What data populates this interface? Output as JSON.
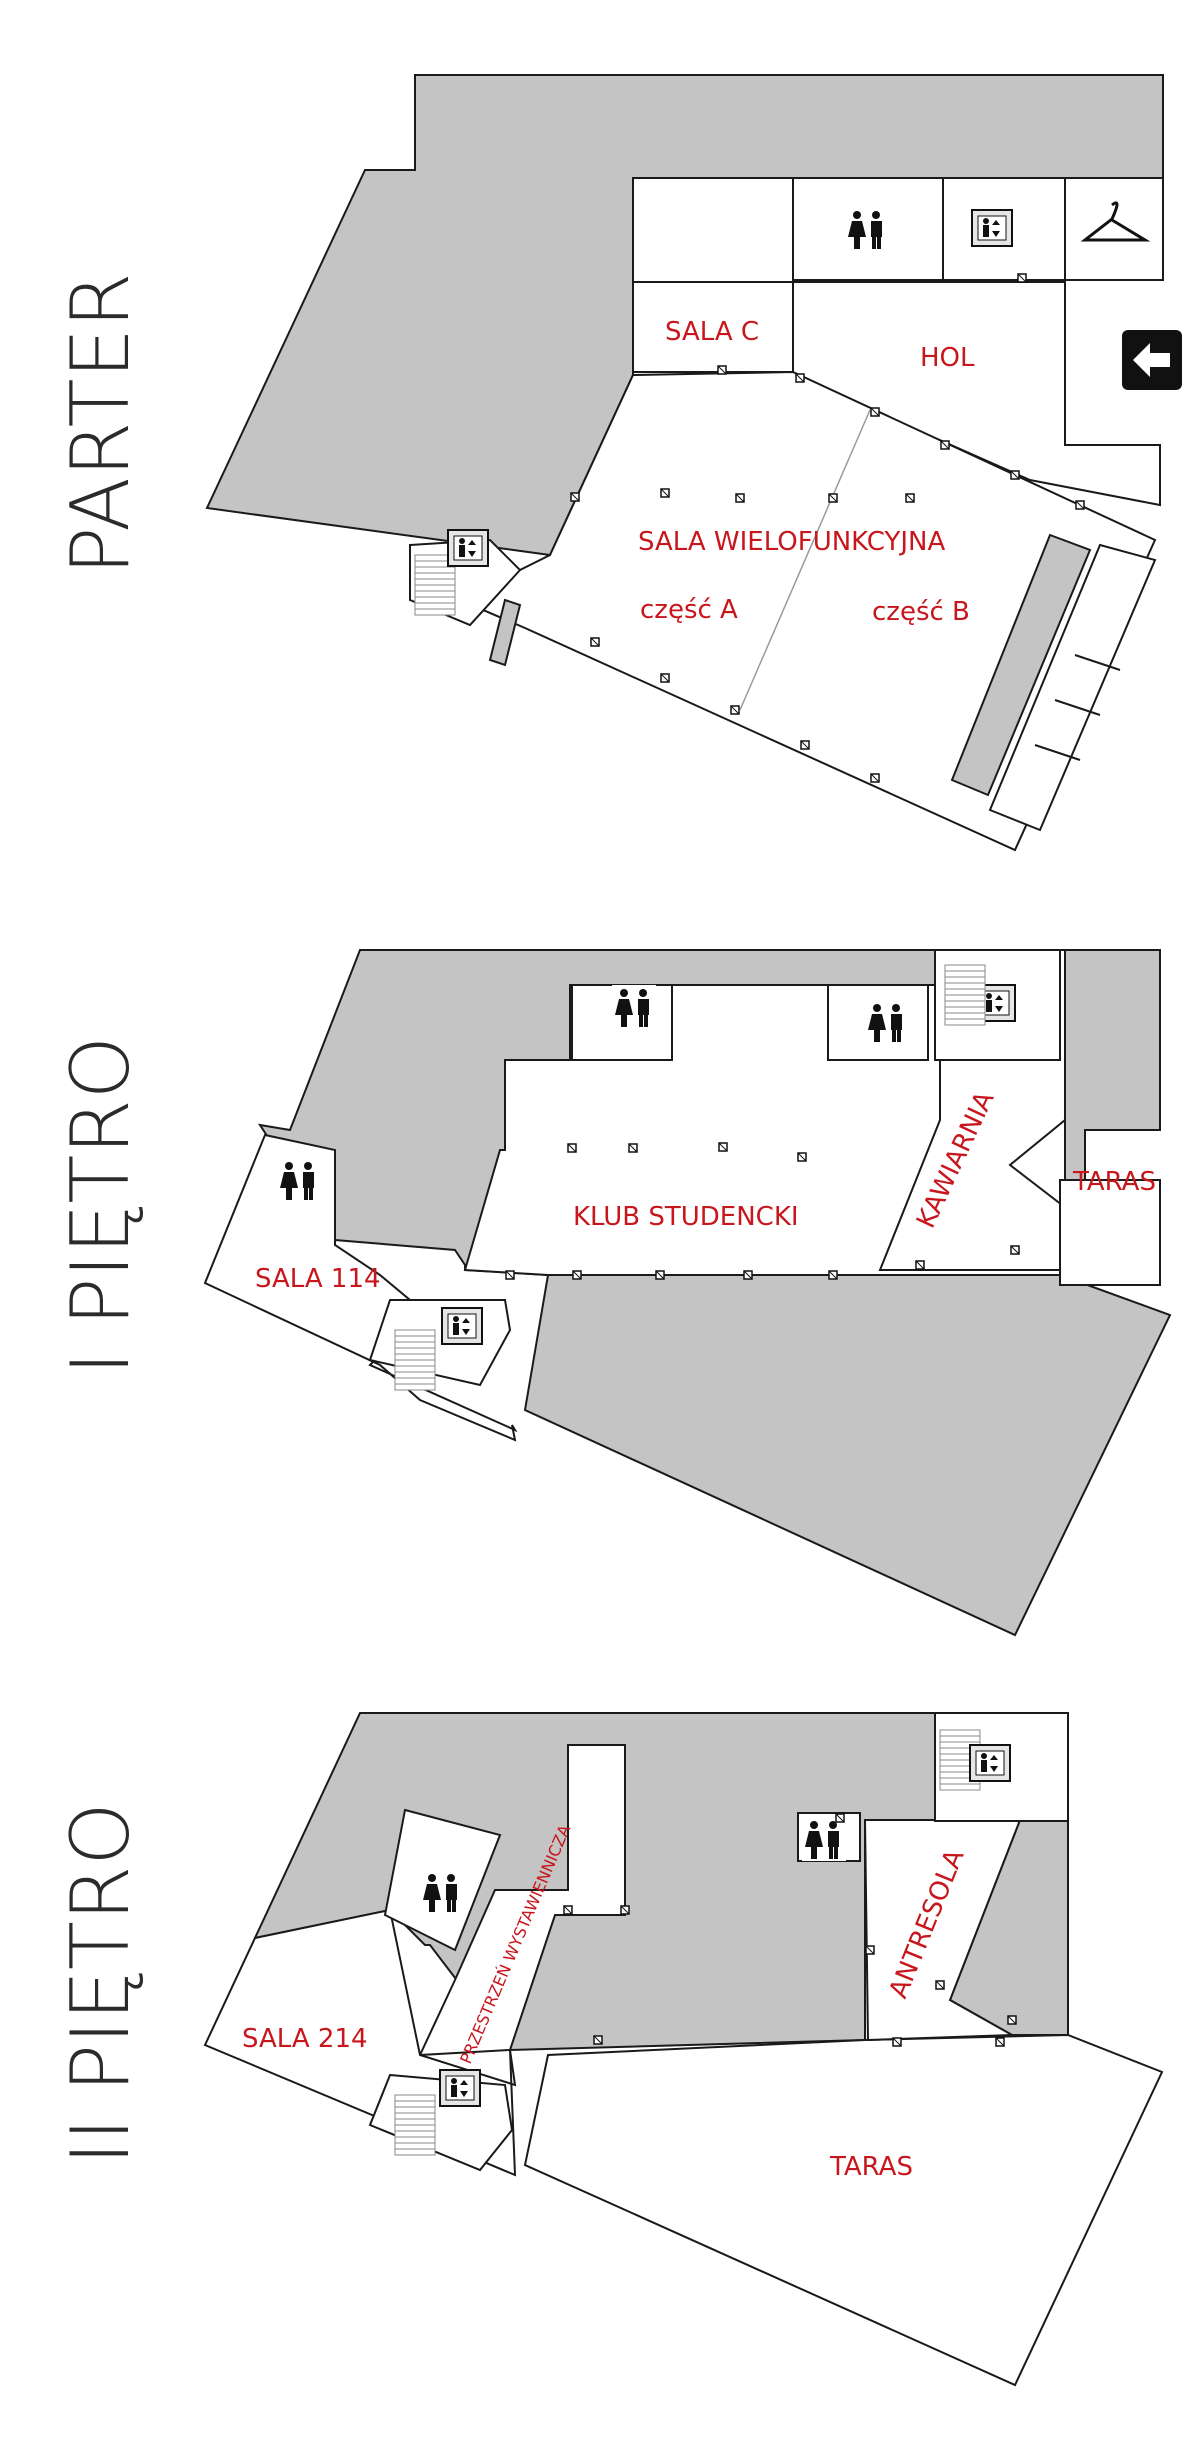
{
  "floors": [
    {
      "id": "parter",
      "title": "PARTER",
      "rooms": [
        "SALA C",
        "HOL",
        "SALA WIELOFUNKCYJNA",
        "część A",
        "część B"
      ]
    },
    {
      "id": "pietro1",
      "title": "I PIĘTRO",
      "rooms": [
        "SALA 114",
        "KLUB STUDENCKI",
        "KAWIARNIA",
        "TARAS"
      ]
    },
    {
      "id": "pietro2",
      "title": "II PIĘTRO",
      "rooms": [
        "SALA 214",
        "PRZESTRZEŃ WYSTAWIENNICZA",
        "ANTRESOLA",
        "TARAS"
      ]
    }
  ],
  "icons": [
    "toilet-icon",
    "elevator-icon",
    "stairs-icon",
    "cloakroom-icon",
    "entrance-arrow-icon"
  ],
  "colors": {
    "room_label": "#c8161d",
    "solid_area": "#c4c4c4",
    "walls": "#1a1a1a",
    "title": "#2b2b2b"
  }
}
